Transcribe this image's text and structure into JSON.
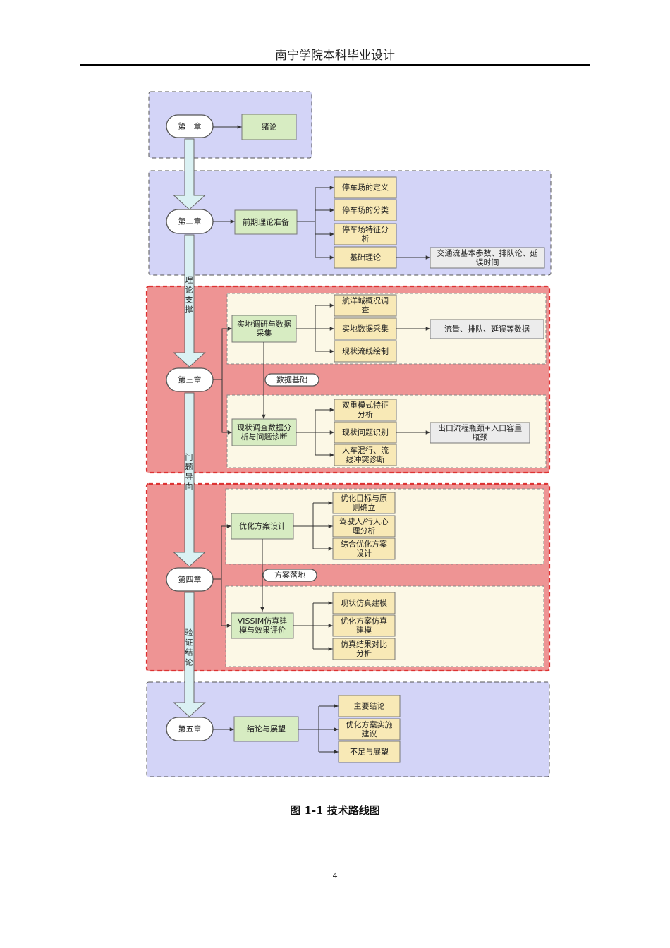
{
  "header": {
    "title": "南宁学院本科毕业设计"
  },
  "figure": {
    "caption": "图 1-1 技术路线图",
    "side_labels": {
      "theory_support": "理论支撑",
      "problem_oriented": "问题导向",
      "verify_conclusion": "验证结论"
    },
    "ch1": {
      "chapter": "第一章",
      "main": "绪论"
    },
    "ch2": {
      "chapter": "第二章",
      "main": "前期理论准备",
      "items": [
        "停车场的定义",
        "停车场的分类",
        [
          "停车场特征分",
          "析"
        ],
        "基础理论"
      ],
      "extra": [
        "交通流基本参数、排队论、延",
        "误时间"
      ]
    },
    "ch3": {
      "chapter": "第三章",
      "link": "数据基础",
      "top": {
        "main": [
          "实地调研与数据",
          "采集"
        ],
        "items": [
          [
            "航洋城概况调",
            "查"
          ],
          "实地数据采集",
          "现状流线绘制"
        ],
        "extra": "流量、排队、延误等数据"
      },
      "bottom": {
        "main": [
          "现状调查数据分",
          "析与问题诊断"
        ],
        "items": [
          [
            "双重模式特征",
            "分析"
          ],
          "现状问题识别",
          [
            "人车混行、流",
            "线冲突诊断"
          ]
        ],
        "extra": [
          "出口流程瓶颈+入口容量",
          "瓶颈"
        ]
      }
    },
    "ch4": {
      "chapter": "第四章",
      "link": "方案落地",
      "top": {
        "main": "优化方案设计",
        "items": [
          [
            "优化目标与原",
            "则确立"
          ],
          [
            "驾驶人/行人心",
            "理分析"
          ],
          [
            "综合优化方案",
            "设计"
          ]
        ]
      },
      "bottom": {
        "main": [
          "VISSIM仿真建",
          "模与效果评价"
        ],
        "items": [
          "现状仿真建模",
          [
            "优化方案仿真",
            "建模"
          ],
          [
            "仿真结果对比",
            "分析"
          ]
        ]
      }
    },
    "ch5": {
      "chapter": "第五章",
      "main": "结论与展望",
      "items": [
        "主要结论",
        [
          "优化方案实施",
          "建议"
        ],
        "不足与展望"
      ]
    }
  },
  "colors": {
    "blue_region": "#d3d4f7",
    "red_region": "#ee9494",
    "cream_panel": "#fcf8e6",
    "green_box": "#d7ecc2",
    "yellow_box": "#f8e9b6",
    "grey_box": "#ececec",
    "arrow_fill": "#daf1f3"
  },
  "page_number": "4"
}
